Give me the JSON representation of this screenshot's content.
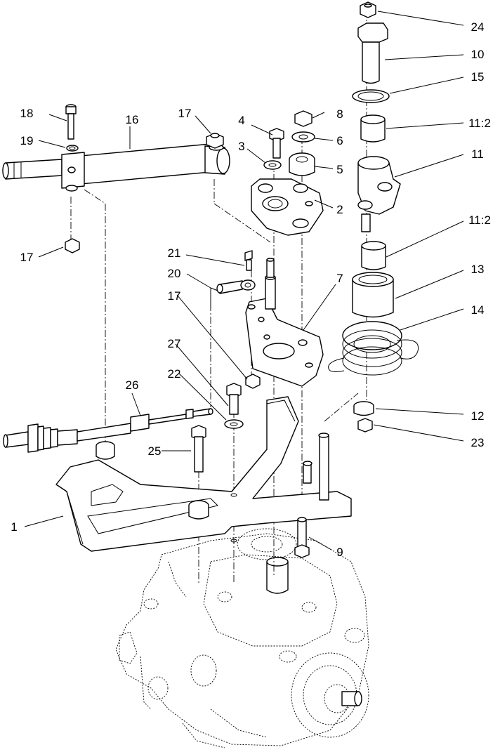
{
  "callouts": [
    {
      "id": "c1",
      "label": "1"
    },
    {
      "id": "c2",
      "label": "2"
    },
    {
      "id": "c3",
      "label": "3"
    },
    {
      "id": "c4",
      "label": "4"
    },
    {
      "id": "c5",
      "label": "5"
    },
    {
      "id": "c6",
      "label": "6"
    },
    {
      "id": "c7",
      "label": "7"
    },
    {
      "id": "c8",
      "label": "8"
    },
    {
      "id": "c9",
      "label": "9"
    },
    {
      "id": "c10",
      "label": "10"
    },
    {
      "id": "c11a",
      "label": "11"
    },
    {
      "id": "c11b",
      "label": "11:2"
    },
    {
      "id": "c11c",
      "label": "11:2"
    },
    {
      "id": "c12",
      "label": "12"
    },
    {
      "id": "c13",
      "label": "13"
    },
    {
      "id": "c14",
      "label": "14"
    },
    {
      "id": "c15",
      "label": "15"
    },
    {
      "id": "c16",
      "label": "16"
    },
    {
      "id": "c17a",
      "label": "17"
    },
    {
      "id": "c17b",
      "label": "17"
    },
    {
      "id": "c17c",
      "label": "17"
    },
    {
      "id": "c18",
      "label": "18"
    },
    {
      "id": "c19",
      "label": "19"
    },
    {
      "id": "c20",
      "label": "20"
    },
    {
      "id": "c21",
      "label": "21"
    },
    {
      "id": "c22",
      "label": "22"
    },
    {
      "id": "c23",
      "label": "23"
    },
    {
      "id": "c24",
      "label": "24"
    },
    {
      "id": "c25",
      "label": "25"
    },
    {
      "id": "c26",
      "label": "26"
    },
    {
      "id": "c27",
      "label": "27"
    }
  ]
}
